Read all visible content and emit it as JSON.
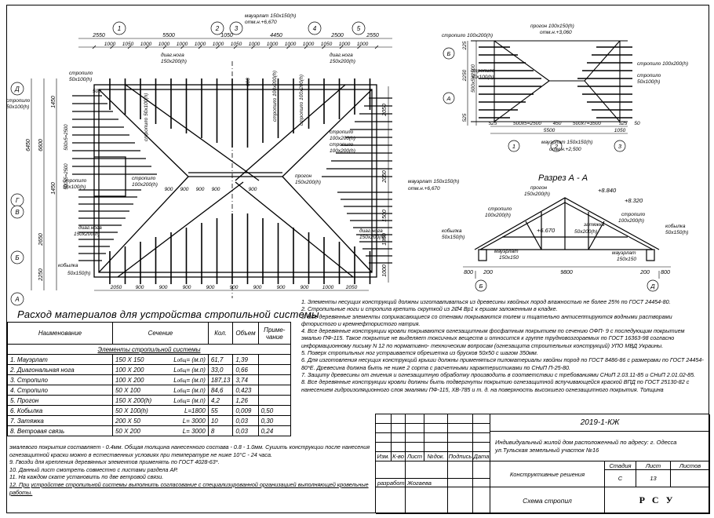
{
  "plan": {
    "axes_top": [
      "1",
      "2",
      "3",
      "4",
      "5"
    ],
    "axes_left": [
      "Д",
      "Г",
      "В",
      "Б",
      "А"
    ],
    "dims_top_overall": [
      "2550",
      "5500",
      "1050",
      "4450",
      "2500",
      "2550"
    ],
    "dims_top_fine": [
      "1000",
      "1050",
      "1000",
      "1000",
      "1000",
      "1000",
      "1000",
      "1050",
      "1000",
      "1000",
      "1000",
      "1000",
      "1050",
      "1000",
      "1000"
    ],
    "dims_left_overall": [
      "6450",
      "6600",
      "1450",
      "1450",
      "2650",
      "2250"
    ],
    "dims_left_fine": [
      "500x5=2500",
      "500x5=2500"
    ],
    "dims_bottom": [
      "2050",
      "900",
      "900",
      "900",
      "900",
      "900",
      "900",
      "900",
      "900",
      "1000",
      "2050"
    ],
    "dims_inner_900": [
      "900",
      "900",
      "900",
      "900",
      "900"
    ],
    "dims_right": [
      "2050",
      "2050",
      "1850",
      "1000",
      "1500"
    ],
    "label_mauerlat_top": "мауэрлат 150x150(h)",
    "label_mauerlat_top_elev": "отм.н.+6,670",
    "label_mauerlat_right": "мауэрлат 150x150(h)",
    "label_mauerlat_right_elev": "отм.н.+6,670",
    "label_diag_1": "диаг.нога",
    "label_diag_1_size": "150x200(h)",
    "label_diag_2": "диаг.нога",
    "label_diag_2_size": "150x200(h)",
    "label_diag_3": "диаг.нога",
    "label_diag_3_size": "150x200(h)",
    "label_diag_4": "диаг.нога",
    "label_diag_4_size": "150x200(h)",
    "label_strop_l1": "стропило",
    "label_strop_l1_size": "50x100(h)",
    "label_strop_l2": "стропило",
    "label_strop_l2_size": "50x100(h)",
    "label_strop_l3": "стропило",
    "label_strop_l3_size": "50x100(h)",
    "label_strop_c1": "стропило",
    "label_strop_c1_size": "100x200(h)",
    "label_strop_c2": "стропило",
    "label_strop_c2_size": "100x200(h)",
    "label_strop_c3": "стропило",
    "label_strop_c3_size": "100x200(h)",
    "label_strop_v1": "стропило 100x200(h)",
    "label_strop_v2": "стропило 100x200(h)",
    "label_strop_50_v": "стропило 50x100(h)",
    "label_progon": "прогон",
    "label_progon_size": "150x200(h)",
    "label_kobylka": "кобылка",
    "label_kobylka_size": "50x150(h)",
    "label_600": "600",
    "label_500": "500"
  },
  "side": {
    "label_progon": "прогон 100x150(h)",
    "label_progon_elev": "отм.н.+3,060",
    "label_strop_top": "стропило 100x200(h)",
    "label_strop_r1": "стропило 100x200(h)",
    "label_strop_l": "стропило",
    "label_strop_l_size": "50x100(h)",
    "label_strop_r2": "стропило",
    "label_strop_r2_size": "50x100(h)",
    "label_mauerlat": "мауэрлат 150x150(h)",
    "label_mauerlat_elev": "отм.н.+2,500",
    "axes_left": [
      "Б",
      "А"
    ],
    "axes_bottom": [
      "1",
      "2",
      "3"
    ],
    "dims_left": [
      "225",
      "2250",
      "500x5=2500",
      "525"
    ],
    "dims_bottom_fine": [
      "525",
      "500x5=2500",
      "450",
      "500x7=3500",
      "525",
      "50"
    ],
    "dims_bottom_overall": [
      "5500",
      "1050"
    ]
  },
  "section": {
    "title": "Разрез А - А",
    "label_progon": "прогон",
    "label_progon_size": "150x200(h)",
    "elev_ridge": "+8.840",
    "elev_right": "+8.320",
    "elev_left": "+6.670",
    "label_strop_l": "стропило",
    "label_strop_l_size": "100x200(h)",
    "label_zatyazhka": "затяжка",
    "label_zatyazhka_size": "50x200(h)",
    "label_strop_r": "стропило",
    "label_strop_r_size": "100x200(h)",
    "label_kobylka_l": "кобылка",
    "label_kobylka_l_size": "50x150(h)",
    "label_kobylka_r": "кобылка",
    "label_kobylka_r_size": "50x150(h)",
    "label_mauerlat_l": "мауэрлат",
    "label_mauerlat_l_size": "150x150",
    "label_mauerlat_r": "мауэрлат",
    "label_mauerlat_r_size": "150x150",
    "dims_bottom": [
      "800",
      "200",
      "9800",
      "200",
      "800"
    ],
    "axes_bottom": [
      "Б",
      "Д"
    ]
  },
  "materials": {
    "title": "Расход материалов для устройства стропильной системы",
    "headers": [
      "Наименование",
      "Сечение",
      "Кол.",
      "Объем",
      "Приме- чание"
    ],
    "group": "Элементы стропильной системы",
    "rows": [
      {
        "name": "1. Мауэрлат",
        "section": "150 X 150",
        "len_label": "L",
        "len_sub": "общ",
        "len_val": "(м.п)",
        "qty": "61,7",
        "vol": "1,39",
        "note": ""
      },
      {
        "name": "2. Диагональная нога",
        "section": "100 X 200",
        "len_label": "L",
        "len_sub": "общ",
        "len_val": "(м.п)",
        "qty": "33,0",
        "vol": "0,66",
        "note": ""
      },
      {
        "name": "3. Стропило",
        "section": "100 X 200",
        "len_label": "L",
        "len_sub": "общ",
        "len_val": "(м.п)",
        "qty": "187,13",
        "vol": "3,74",
        "note": ""
      },
      {
        "name": "4. Стропило",
        "section": "50 X 100",
        "len_label": "L",
        "len_sub": "общ",
        "len_val": "(м.п)",
        "qty": "84,6",
        "vol": "0,423",
        "note": ""
      },
      {
        "name": "5. Прогон",
        "section": "150 X 200(h)",
        "len_label": "L",
        "len_sub": "общ",
        "len_val": "(м.п)",
        "qty": "4,2",
        "vol": "1,26",
        "note": ""
      },
      {
        "name": "6. Кобылка",
        "section": "50 X 100(h)",
        "len_label": "L=1800",
        "len_sub": "",
        "len_val": "",
        "qty": "55",
        "vol": "0,009",
        "note": "0,50"
      },
      {
        "name": "7. Затяжка",
        "section": "200 X 50",
        "len_label": "L= 3000",
        "len_sub": "",
        "len_val": "",
        "qty": "10",
        "vol": "0,03",
        "note": "0,30"
      },
      {
        "name": "8. Ветровая связь",
        "section": "50 X 200",
        "len_label": "L= 3000",
        "len_sub": "",
        "len_val": "",
        "qty": "8",
        "vol": "0,03",
        "note": "0,24"
      }
    ]
  },
  "notes": [
    "1. Элементы несущих конструкций должны изготавливаться из древесины хвойных пород влажностью не более 25% по ГОСТ 24454-80.",
    "2. Стропильные ноги и стропила крепить скруткой из 2Ø4 Вр1 к ершам заложенным в кладке.",
    "3. Все деревянные элементы соприкасающиеся со стенами покрываются толем и тщательно антисептируются водными растворами фтористого и кремнефтористого натрия.",
    "4. Все деревянные конструкции кровли покрываются огнезащитным фосфатным покрытием по сечению ОФП- 9 с последующим покрытием эмалью ПФ-115. Такое покрытие не выделяет токсичных веществ и относится к группе трудновозгораемых по ГОСТ 16363-98 согласно информационному письму N 12 по нормативно- техническим вопросам (огнезащита строительных конструкций) УПО МВД Украины.",
    "5. Поверх стропильных ног устраивается обрешетка из брусков 50x50 с шагом 350мм.",
    "6. Для изготовления несущих конструкций крыши должны применяться пиломатериалы хвойны пород по ГОСТ 8486-86 с размерами по ГОСТ 24454-80*Е. Древесина должна быть не ниже 2 сорта с расчетными характеристиками по СНиП П-25-80.",
    "7. Защиту древесины от гниения и огнезащитную обработку производить в соответствии с требованиями СНиП 2.03.11-85 и СНиП 2.01.02-85.",
    "8. Все деревянные конструкции кровли должны быть подвергнуты покрытию огнезащитной вспучивающейся краской ВПД по ГОСТ 25130-82 с нанесением гидроизоляционного слоя эмалями ПФ-115, ХВ-785 и т. д. на поверхность высохшего огнезащитного покрытия. Толщина"
  ],
  "notes2": [
    "эмалевого покрытия составляет - 0.4мм. Общая толщина нанесенного состава - 0.8 - 1.0мм. Сушить конструкции после нанесения огнезащитной краски можно в естественных условиях при температуре не ниже 10°С - 24 часа.",
    "9. Гвозди для крепления деревянных элементов применять по ГОСТ 4028-63*.",
    "10. Данный лист смотреть совместно с листами раздела АР.",
    "11. На каждом скате установить по две ветровой связи."
  ],
  "note12": "12. При устройстве стропильной системы выполнить согласование с специализированной организацией выполняющей кровельные работы.",
  "titleblock": {
    "code": "2019-1-КЖ",
    "object": "Индивидуальный жилой дом расположенный по адресу: г. Одесса ул.Тульская земельный участок №16",
    "cols": [
      "Изм.",
      "К-во",
      "Лист",
      "№док.",
      "Подпись",
      "Дата"
    ],
    "developed_label": "разработ.",
    "developed_name": "Жогаева",
    "section_name": "Конструктивные решения",
    "stage_label": "Стадия",
    "sheet_label": "Лист",
    "sheets_label": "Листов",
    "stage_val": "С",
    "sheet_val": "13",
    "sheets_val": "",
    "drawing_name": "Схема стропил",
    "org": "Р С У"
  }
}
